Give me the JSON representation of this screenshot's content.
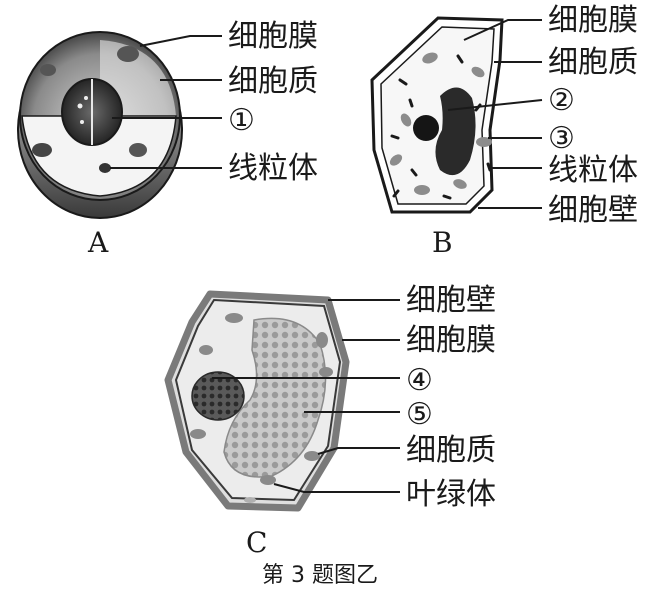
{
  "panels": {
    "a": {
      "letter": "A",
      "labels": [
        "细胞膜",
        "细胞质",
        "①",
        "线粒体"
      ]
    },
    "b": {
      "letter": "B",
      "labels": [
        "细胞膜",
        "细胞质",
        "②",
        "③",
        "线粒体",
        "细胞壁"
      ]
    },
    "c": {
      "letter": "C",
      "labels": [
        "细胞壁",
        "细胞膜",
        "④",
        "⑤",
        "细胞质",
        "叶绿体"
      ]
    }
  },
  "caption": "第 3 题图乙",
  "colors": {
    "ink": "#1a1a1a",
    "cell_fill": "#efefef",
    "organelle": "#7a7a7a"
  }
}
